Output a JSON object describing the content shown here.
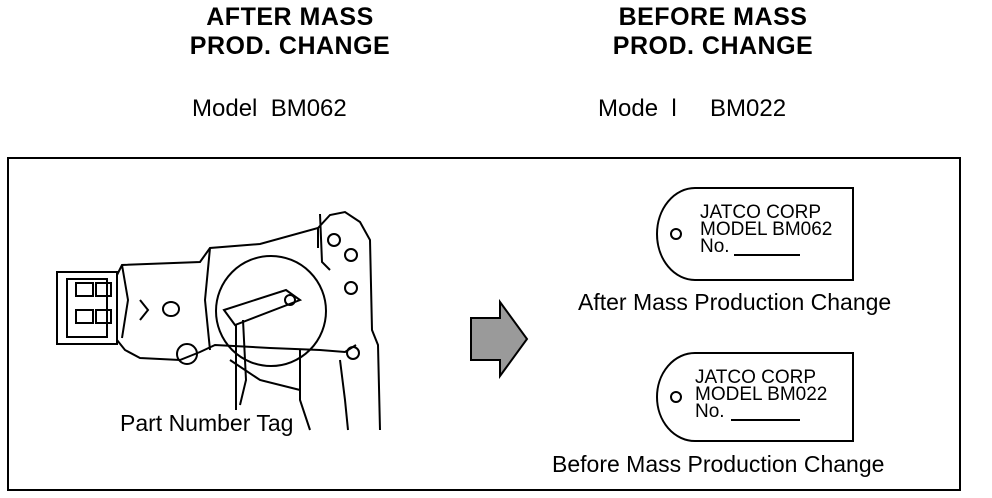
{
  "headers": {
    "after": {
      "line1": "AFTER  MASS",
      "line2": "PROD.  CHANGE",
      "model": "Model  BM062"
    },
    "before": {
      "line1": "BEFORE  MASS",
      "line2": "PROD.  CHANGE",
      "model": "Mode  l     BM022"
    }
  },
  "diagram": {
    "part_label": "Part Number Tag",
    "arrow_icon": "right-arrow-icon",
    "tags": [
      {
        "line1": "JATCO CORP",
        "line2": "MODEL BM062",
        "line3": "No.",
        "caption": "After Mass Production Change"
      },
      {
        "line1": "JATCO CORP",
        "line2": "MODEL BM022",
        "line3": "No.",
        "caption": "Before Mass Production Change"
      }
    ]
  },
  "colors": {
    "ink": "#000000",
    "arrow_fill": "#9a9a9a",
    "background": "#ffffff"
  }
}
